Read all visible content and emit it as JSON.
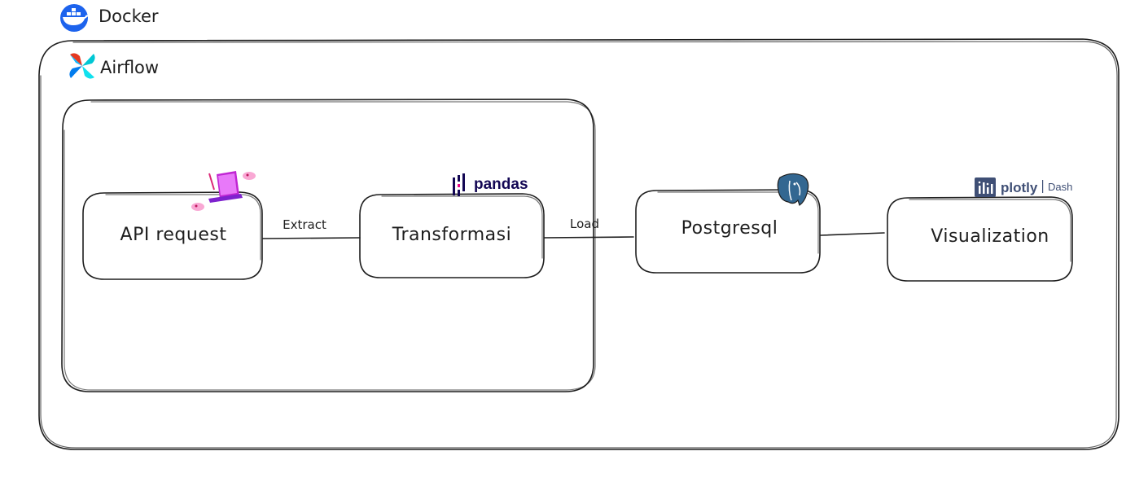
{
  "docker": {
    "label": "Docker",
    "icon": "docker-whale-icon",
    "color": "#1d63ed"
  },
  "airflow": {
    "label": "Airflow",
    "icon": "airflow-pinwheel-icon"
  },
  "nodes": {
    "api_request": {
      "label": "API request",
      "icon": "laptop-icon"
    },
    "transformasi": {
      "label": "Transformasi",
      "logo_text": "pandas",
      "logo_color": "#130754",
      "accent_color": "#e70488"
    },
    "postgresql": {
      "label": "Postgresql",
      "icon": "postgresql-elephant-icon",
      "color": "#336791"
    },
    "visualization": {
      "label": "Visualization",
      "logo_text": "plotly",
      "logo_subtext": "Dash",
      "logo_color": "#3f4f75"
    }
  },
  "edges": {
    "extract": {
      "label": "Extract"
    },
    "load": {
      "label": "Load"
    }
  }
}
